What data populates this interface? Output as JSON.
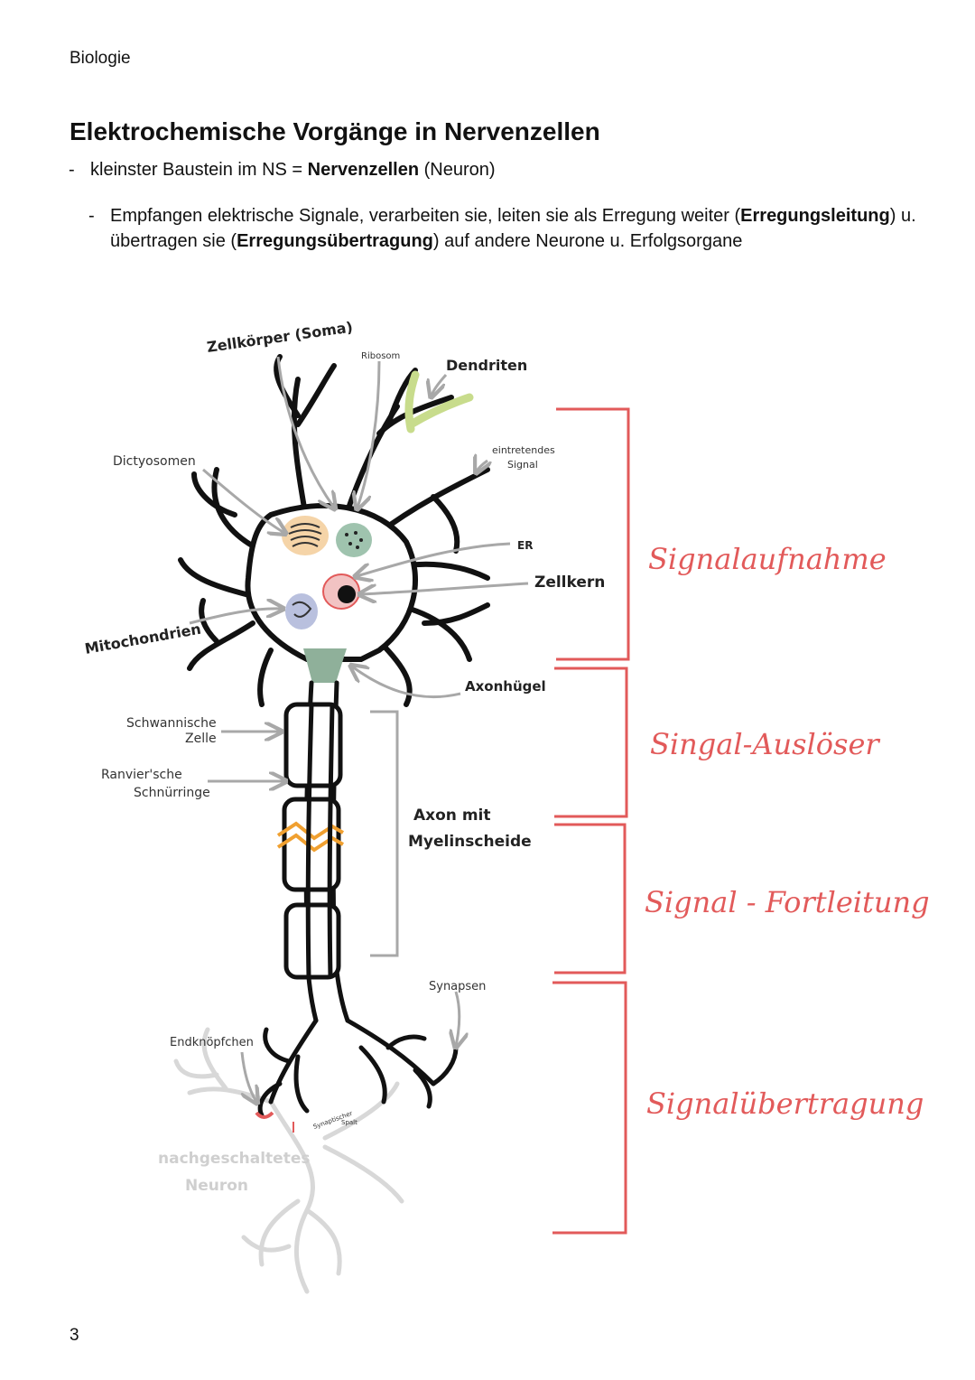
{
  "header": {
    "subject": "Biologie"
  },
  "title": "Elektrochemische Vorgänge in Nervenzellen",
  "bullets": {
    "b1": {
      "pre": "kleinster Baustein im NS = ",
      "bold": "Nervenzellen",
      "post": " (Neuron)"
    },
    "b2": {
      "t1": "Empfangen elektrische Signale, verarbeiten sie, leiten sie als Erregung weiter (",
      "bold1": "Erregungsleitung",
      "t2": ") u. übertragen sie (",
      "bold2": "Erregungsübertragung",
      "t3": ") auf andere Neurone u. Erfolgsorgane"
    }
  },
  "diagram": {
    "labels": {
      "zellkoerper": "Zellkörper (Soma)",
      "ribosom": "Ribosom",
      "dendriten": "Dendriten",
      "dictyosomen": "Dictyosomen",
      "signal_1": "eintretendes",
      "signal_2": "Signal",
      "er": "ER",
      "zellkern": "Zellkern",
      "mitochondrien": "Mitochondrien",
      "axonhuegel": "Axonhügel",
      "schwann_1": "Schwannische",
      "schwann_2": "Zelle",
      "ranvier_1": "Ranvier'sche",
      "ranvier_2": "Schnürringe",
      "axon_1": "Axon mit",
      "axon_2": "Myelinscheide",
      "synapsen": "Synapsen",
      "endknoepfchen": "Endknöpfchen",
      "spalt_1": "Synaptischer",
      "spalt_2": "Spalt",
      "neuron_1": "nachgeschaltetes",
      "neuron_2": "Neuron"
    },
    "stages": {
      "s1": "Signalaufnahme",
      "s2": "Singal-Auslöser",
      "s3": "Signal - Fortleitung",
      "s4": "Signalübertragung"
    },
    "colors": {
      "stage": "#e25a5a",
      "arrow": "#a8a8a8",
      "golgi": "#f5d4a8",
      "ribosom": "#9fc3ae",
      "mito": "#b9c0de",
      "nucleus": "#f2c3c3",
      "hillock": "#8fb09a",
      "dendrite_tip": "#c8dc8c",
      "node": "#f0a030"
    }
  },
  "footer": {
    "page_number": "3"
  }
}
